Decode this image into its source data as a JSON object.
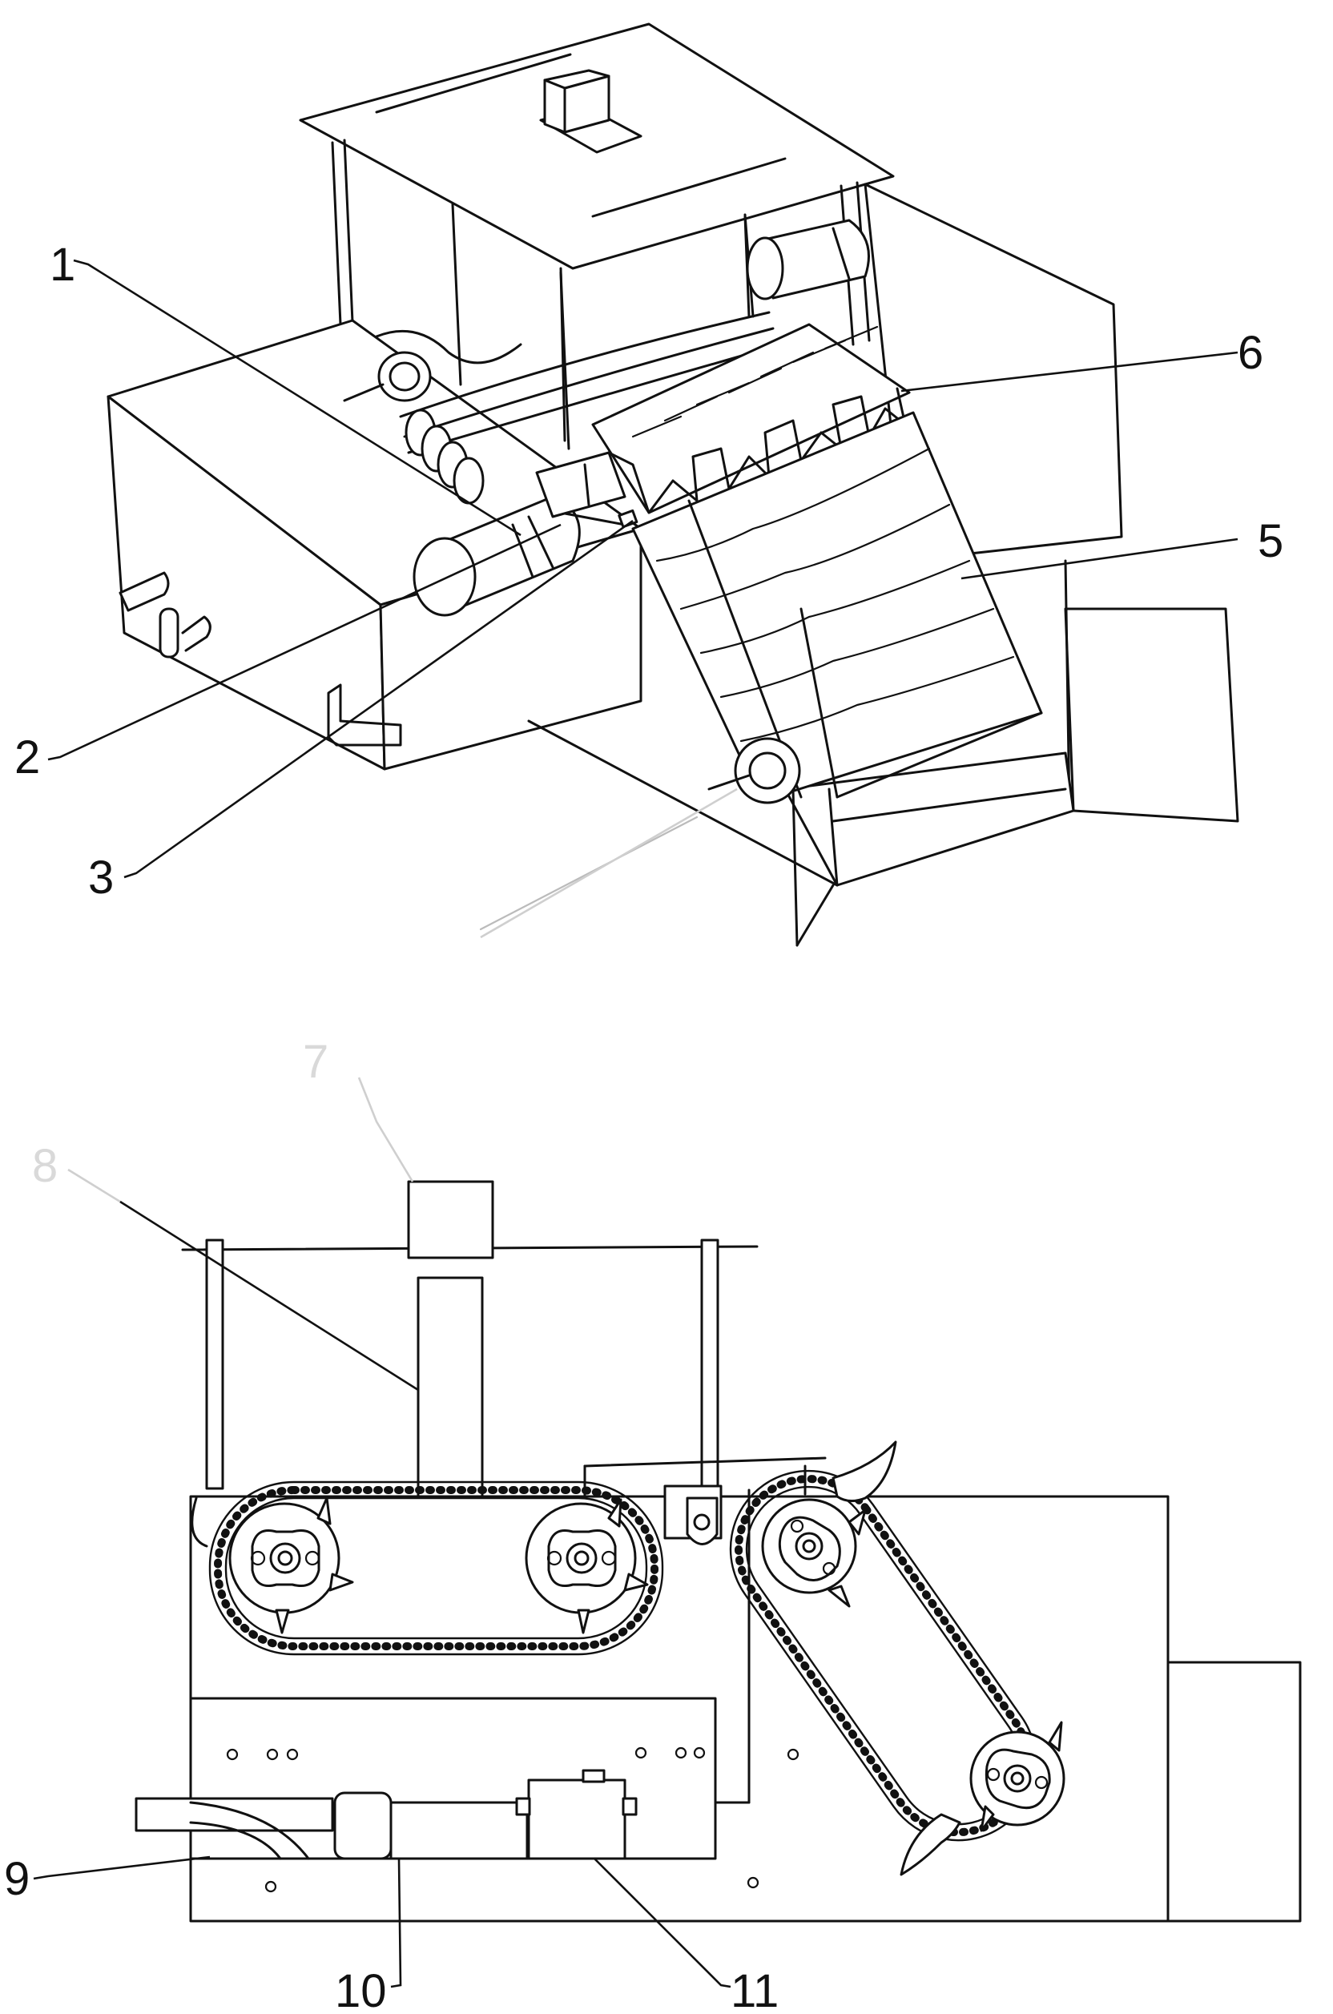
{
  "labels": {
    "l1": "1",
    "l2": "2",
    "l3": "3",
    "l5": "5",
    "l6": "6",
    "l7": "7",
    "l8": "8",
    "l9": "9",
    "l10": "10",
    "l11": "11"
  },
  "colors": {
    "line": "#111111",
    "background": "#ffffff",
    "faint_label": "#d9d9d9"
  }
}
